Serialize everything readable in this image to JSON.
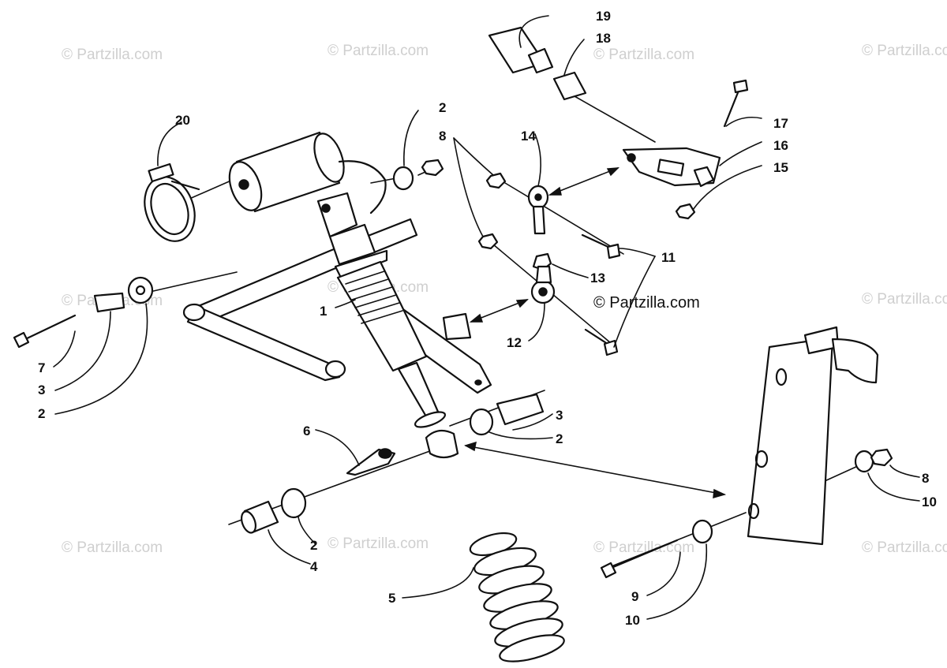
{
  "watermark": "© Partzilla.com",
  "copyright": "© Partzilla.com",
  "callouts": {
    "c1": "1",
    "c2a": "2",
    "c2b": "2",
    "c2c": "2",
    "c2d": "2",
    "c3a": "3",
    "c3b": "3",
    "c4": "4",
    "c5": "5",
    "c6": "6",
    "c7": "7",
    "c8a": "8",
    "c8b": "8",
    "c9": "9",
    "c10a": "10",
    "c10b": "10",
    "c11": "11",
    "c12": "12",
    "c13": "13",
    "c14": "14",
    "c15": "15",
    "c16": "16",
    "c17": "17",
    "c18": "18",
    "c19": "19",
    "c20": "20"
  }
}
